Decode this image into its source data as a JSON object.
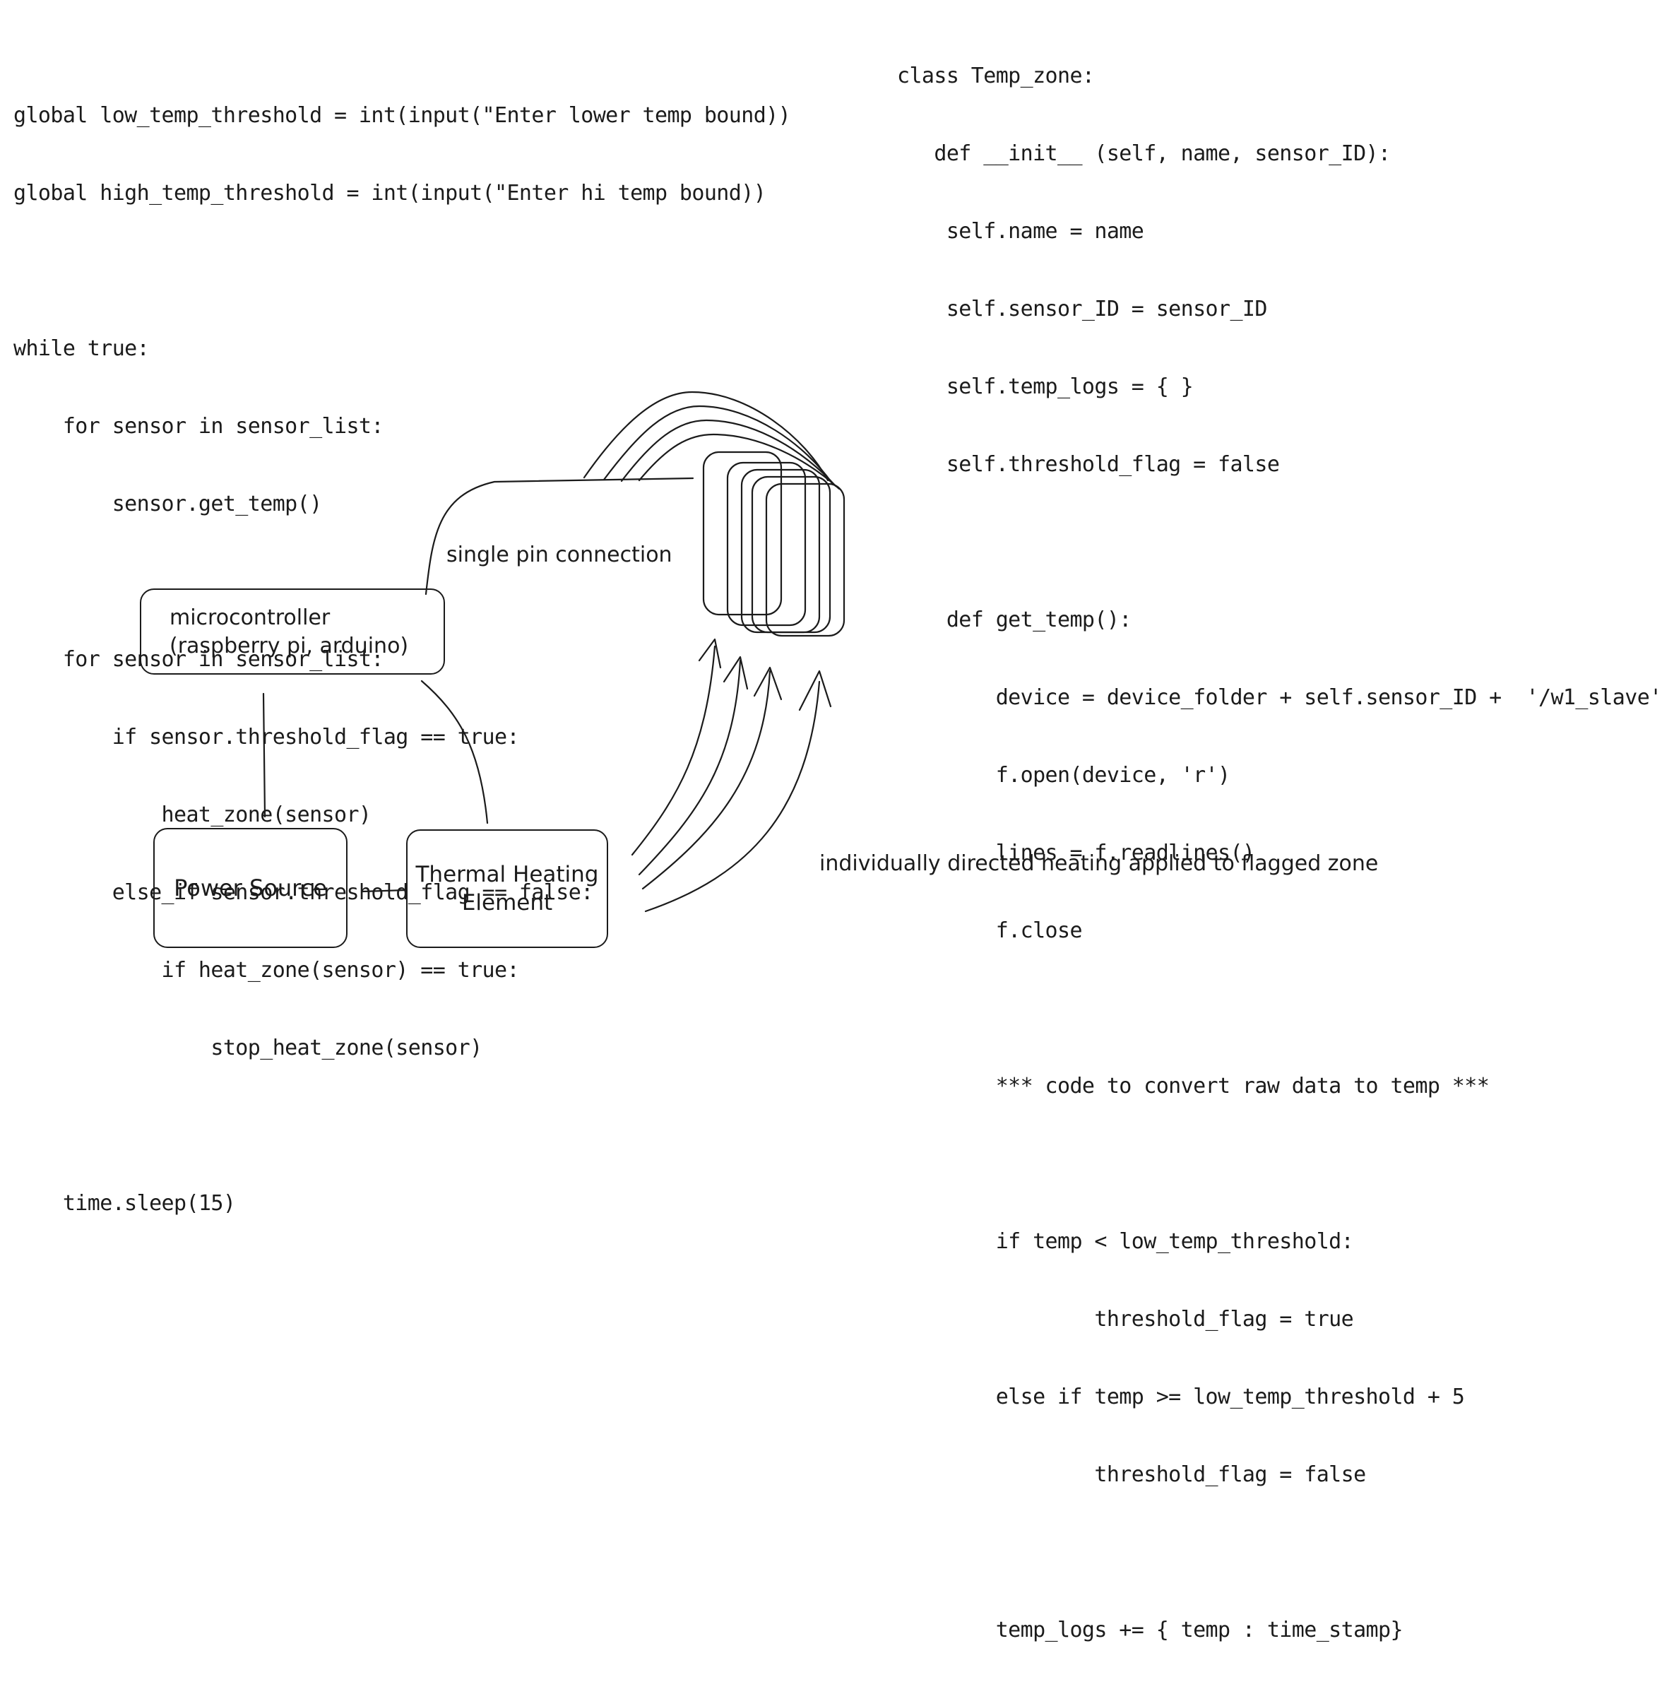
{
  "main_loop_code": [
    "global low_temp_threshold = int(input(\"Enter lower temp bound))",
    "global high_temp_threshold = int(input(\"Enter hi temp bound))",
    "",
    "while true:",
    "    for sensor in sensor_list:",
    "        sensor.get_temp()",
    "",
    "    for sensor in sensor_list:",
    "        if sensor.threshold_flag == true:",
    "            heat_zone(sensor)",
    "        else_if sensor.threshold_flag == false:",
    "            if heat_zone(sensor) == true:",
    "                stop_heat_zone(sensor)",
    "",
    "    time.sleep(15)"
  ],
  "class_code": [
    "class Temp_zone:",
    "   def __init__ (self, name, sensor_ID):",
    "    self.name = name",
    "    self.sensor_ID = sensor_ID",
    "    self.temp_logs = { }",
    "    self.threshold_flag = false",
    "",
    "    def get_temp():",
    "        device = device_folder + self.sensor_ID +  '/w1_slave'",
    "        f.open(device, 'r')",
    "        lines = f.readlines()",
    "        f.close",
    "",
    "        *** code to convert raw data to temp ***",
    "",
    "        if temp < low_temp_threshold:",
    "                threshold_flag = true",
    "        else if temp >= low_temp_threshold + 5",
    "                threshold_flag = false",
    "",
    "        temp_logs += { temp : time_stamp}"
  ],
  "diagram": {
    "microcontroller": {
      "line1": "microcontroller",
      "line2": "(raspberry pi, arduino)"
    },
    "power_source": "Power Source",
    "heating_element": {
      "line1": "Thermal Heating",
      "line2": "Element"
    },
    "pin_label": "single pin connection",
    "heating_label": "individually directed heating applied to flagged zone"
  }
}
